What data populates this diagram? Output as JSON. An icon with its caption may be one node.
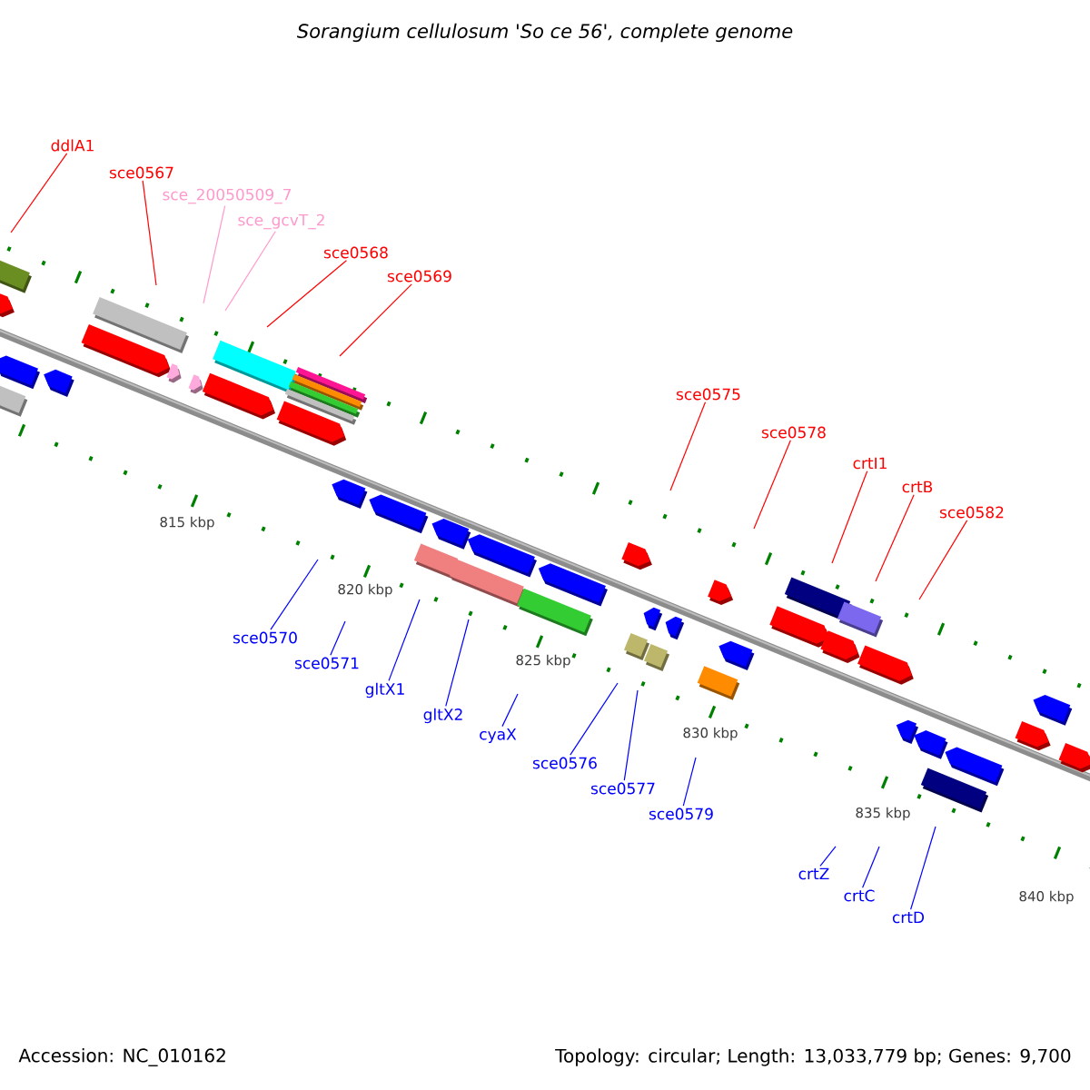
{
  "diagram": {
    "title": "Sorangium cellulosum 'So ce 56', complete genome",
    "nodes": [
      {
        "text": [
          "ddlA1"
        ]
      },
      {
        "text": [
          "sce0567"
        ]
      },
      {
        "text": [
          "sce_20050509_7"
        ]
      },
      {
        "text": [
          "sce_gcvT_2"
        ]
      },
      {
        "text": [
          "sce0568"
        ]
      },
      {
        "text": [
          "sce0569"
        ]
      },
      {
        "text": [
          "sce0575"
        ]
      },
      {
        "text": [
          "sce0578"
        ]
      },
      {
        "text": [
          "crtI1"
        ]
      },
      {
        "text": [
          "crtB"
        ]
      },
      {
        "text": [
          "sce0582"
        ]
      },
      {
        "text": [
          "sce0570"
        ]
      },
      {
        "text": [
          "sce0571"
        ]
      },
      {
        "text": [
          "gltX1"
        ]
      },
      {
        "text": [
          "gltX2"
        ]
      },
      {
        "text": [
          "cyaX"
        ]
      },
      {
        "text": [
          "sce0576"
        ]
      },
      {
        "text": [
          "sce0577"
        ]
      },
      {
        "text": [
          "sce0579"
        ]
      },
      {
        "text": [
          "crtZ"
        ]
      },
      {
        "text": [
          "crtC"
        ]
      },
      {
        "text": [
          "crtD"
        ]
      }
    ],
    "edges": [
      {
        "from": 0,
        "to": null,
        "arrow": "none",
        "color": "#ff0000"
      },
      {
        "from": 1,
        "to": null,
        "arrow": "none",
        "color": "#ff0000"
      },
      {
        "from": 2,
        "to": null,
        "arrow": "none",
        "color": "#ff99cc"
      },
      {
        "from": 3,
        "to": null,
        "arrow": "none",
        "color": "#ff99cc"
      },
      {
        "from": 4,
        "to": null,
        "arrow": "none",
        "color": "#ff0000"
      },
      {
        "from": 5,
        "to": null,
        "arrow": "none",
        "color": "#ff0000"
      },
      {
        "from": 6,
        "to": null,
        "arrow": "none",
        "color": "#ff0000"
      },
      {
        "from": 7,
        "to": null,
        "arrow": "none",
        "color": "#ff0000"
      },
      {
        "from": 8,
        "to": null,
        "arrow": "none",
        "color": "#ff0000"
      },
      {
        "from": 9,
        "to": null,
        "arrow": "none",
        "color": "#ff0000"
      },
      {
        "from": 10,
        "to": null,
        "arrow": "none",
        "color": "#ff0000"
      },
      {
        "from": 11,
        "to": null,
        "arrow": "none",
        "color": "#0000ff"
      },
      {
        "from": 12,
        "to": null,
        "arrow": "none",
        "color": "#0000ff"
      },
      {
        "from": 13,
        "to": null,
        "arrow": "none",
        "color": "#0000ff"
      },
      {
        "from": 14,
        "to": null,
        "arrow": "none",
        "color": "#0000ff"
      },
      {
        "from": 15,
        "to": null,
        "arrow": "none",
        "color": "#0000ff"
      },
      {
        "from": 16,
        "to": null,
        "arrow": "none",
        "color": "#0000ff"
      },
      {
        "from": 17,
        "to": null,
        "arrow": "none",
        "color": "#0000ff"
      },
      {
        "from": 18,
        "to": null,
        "arrow": "none",
        "color": "#0000ff"
      },
      {
        "from": 19,
        "to": null,
        "arrow": "none",
        "color": "#0000ff"
      },
      {
        "from": 20,
        "to": null,
        "arrow": "none",
        "color": "#0000ff"
      },
      {
        "from": 21,
        "to": null,
        "arrow": "none",
        "color": "#0000ff"
      }
    ],
    "labels": [
      "815 kbp",
      "820 kbp",
      "825 kbp",
      "830 kbp",
      "835 kbp",
      "840 kbp",
      "Accession: NC_010162",
      "Topology: circular; Length: 13,033,779 bp; Genes: 9,700"
    ]
  }
}
